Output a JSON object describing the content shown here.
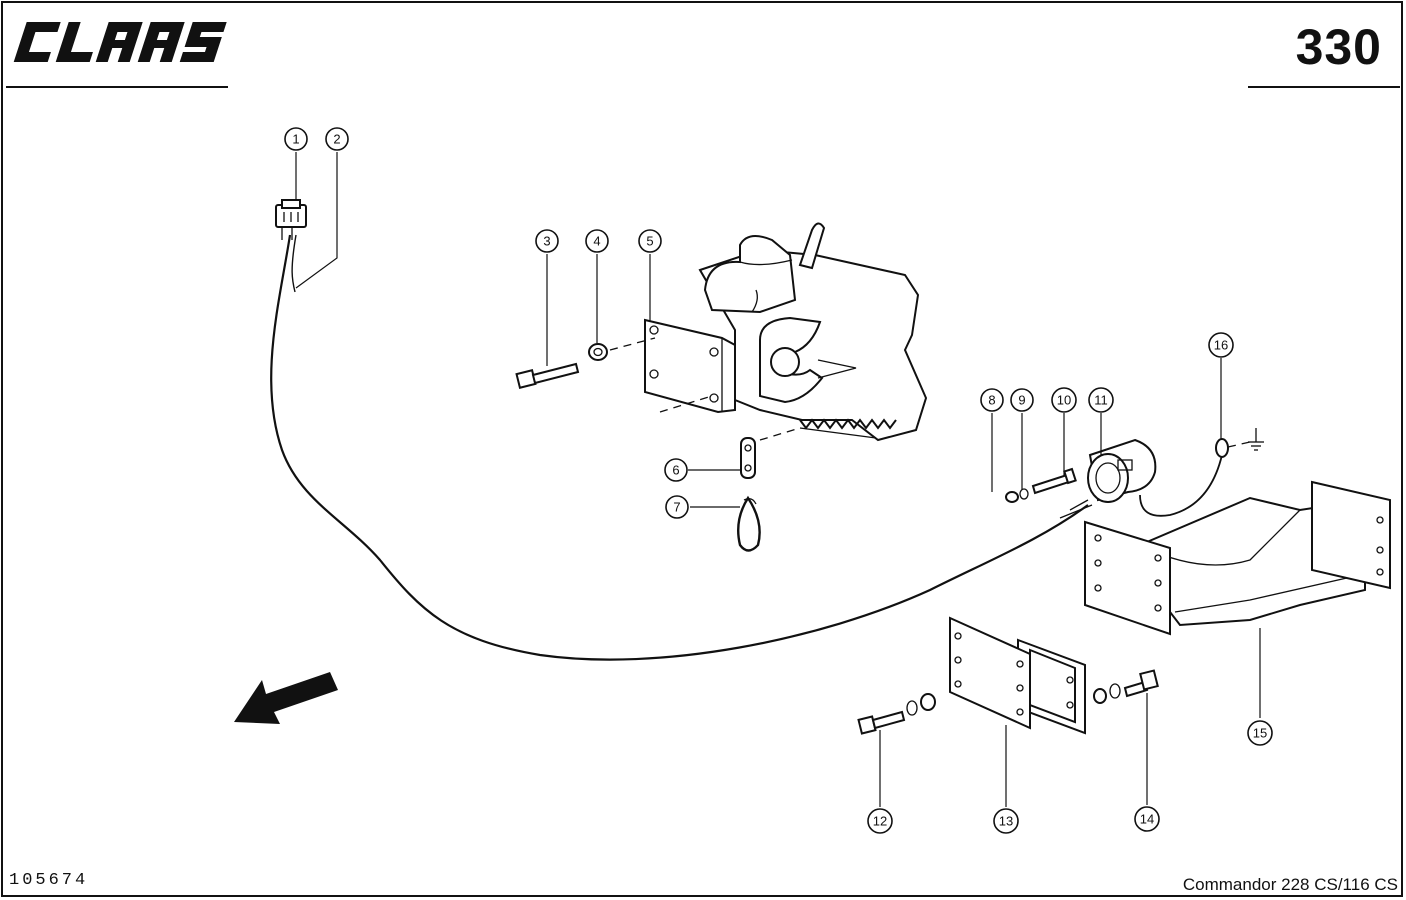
{
  "header": {
    "brand": "CLAAS",
    "page_number": "330"
  },
  "footer": {
    "drawing_id": "105674",
    "model": "Commandor 228 CS/116 CS"
  },
  "callouts": [
    {
      "label": "1"
    },
    {
      "label": "2"
    },
    {
      "label": "3"
    },
    {
      "label": "4"
    },
    {
      "label": "5"
    },
    {
      "label": "6"
    },
    {
      "label": "7"
    },
    {
      "label": "8"
    },
    {
      "label": "9"
    },
    {
      "label": "10"
    },
    {
      "label": "11"
    },
    {
      "label": "12"
    },
    {
      "label": "13"
    },
    {
      "label": "14"
    },
    {
      "label": "15"
    },
    {
      "label": "16"
    }
  ],
  "icons": {
    "logo": "claas-logo",
    "direction": "travel-direction-arrow-icon",
    "ground": "ground-symbol-icon"
  }
}
